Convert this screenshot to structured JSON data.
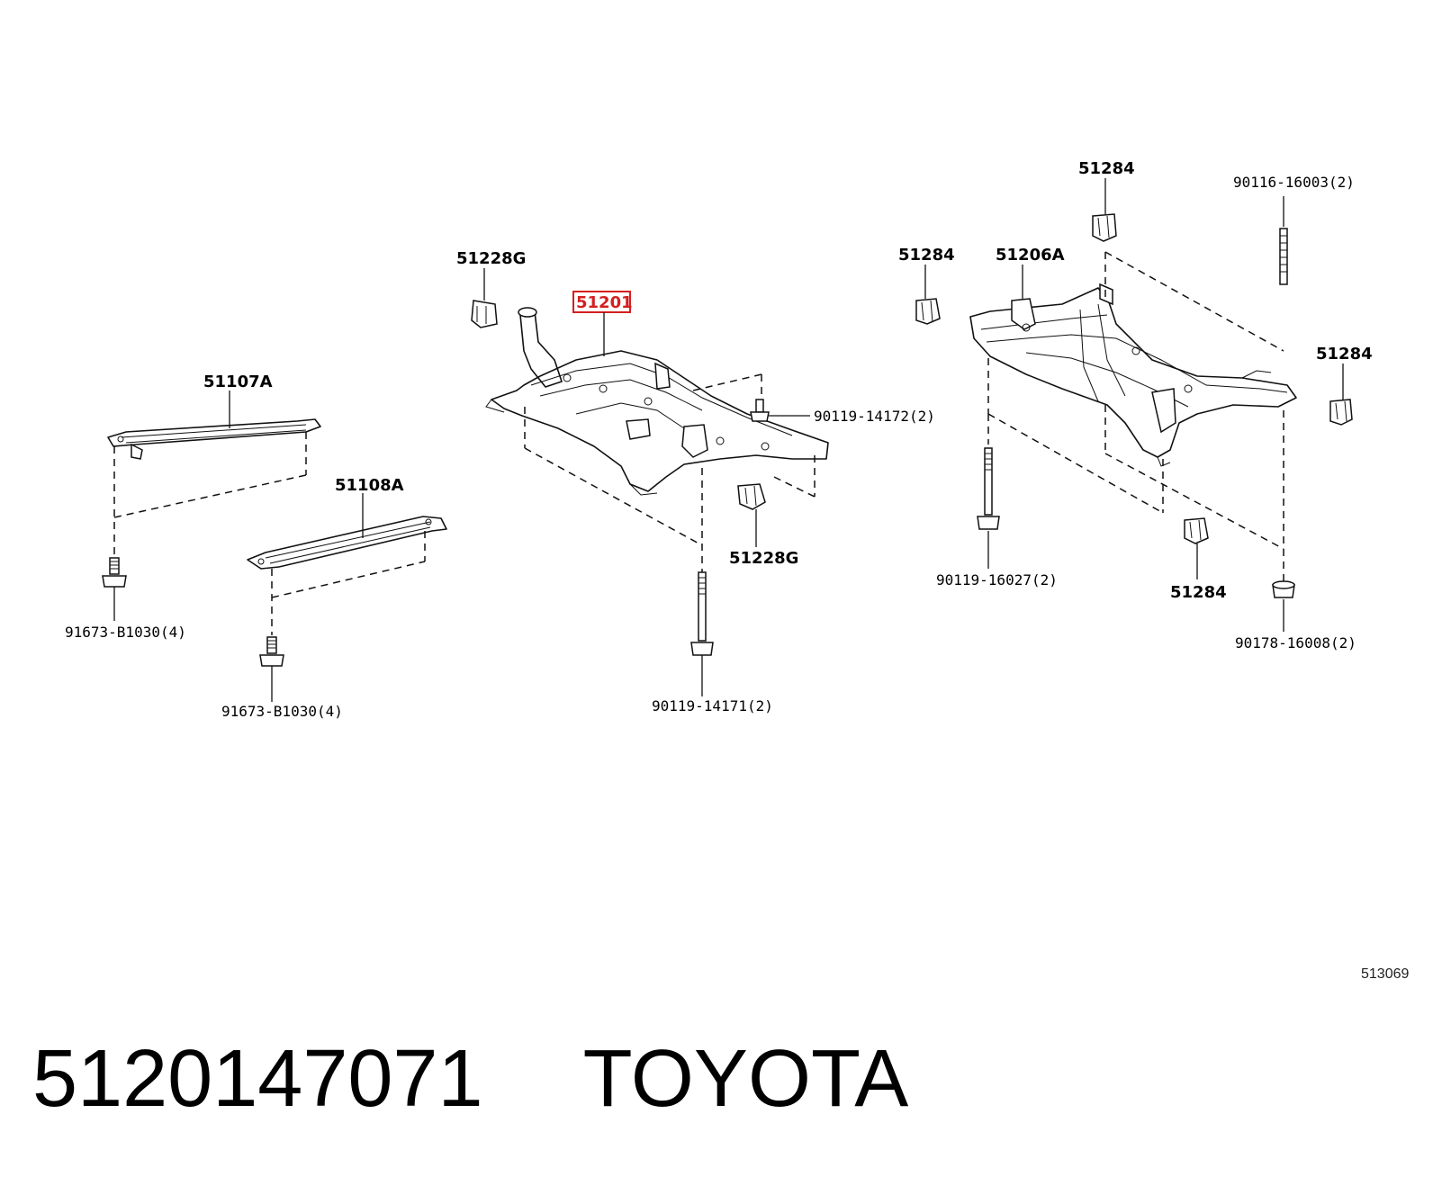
{
  "labels": {
    "p51107A": "51107A",
    "p51108A": "51108A",
    "p91673a": "91673-B1030(4)",
    "p91673b": "91673-B1030(4)",
    "p51228G_top": "51228G",
    "p51201": "51201",
    "p90119_14172": "90119-14172(2)",
    "p51228G_bot": "51228G",
    "p90119_14171": "90119-14171(2)",
    "p51284_a": "51284",
    "p51284_b": "51284",
    "p51206A": "51206A",
    "p90116_16003": "90116-16003(2)",
    "p51284_c": "51284",
    "p90119_16027": "90119-16027(2)",
    "p51284_d": "51284",
    "p90178_16008": "90178-16008(2)"
  },
  "highlighted_part": "51201",
  "highlight_color": "#d42020",
  "reference_id": "513069",
  "footer": {
    "part_number": "5120147071",
    "brand": "TOYOTA"
  }
}
